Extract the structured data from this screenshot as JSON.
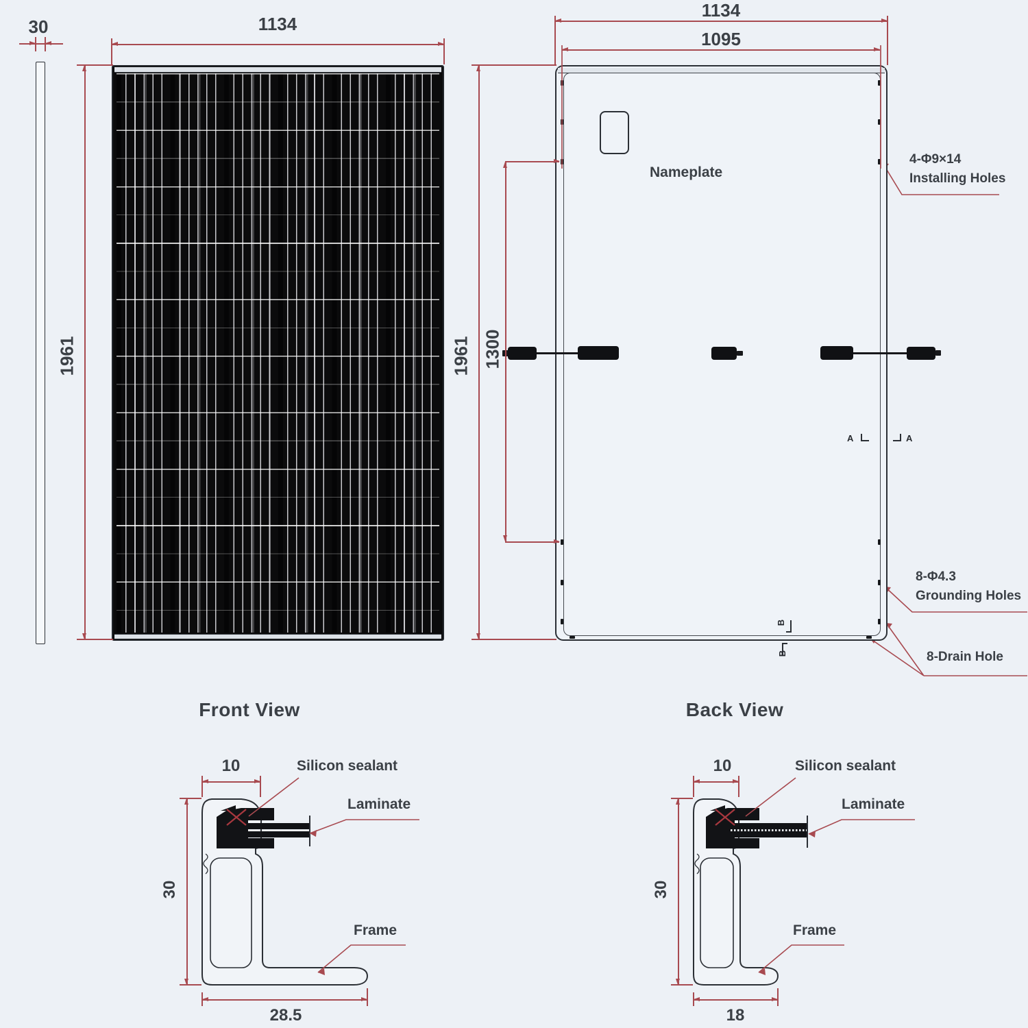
{
  "side_view": {
    "thickness": "30"
  },
  "front_view": {
    "title": "Front View",
    "width": "1134",
    "height": "1961"
  },
  "back_view": {
    "title": "Back View",
    "outer_width": "1134",
    "inner_width": "1095",
    "height": "1961",
    "hole_span": "1300",
    "nameplate": "Nameplate",
    "installing_line1": "4-Φ9×14",
    "installing_line2": "Installing Holes",
    "grounding_line1": "8-Φ4.3",
    "grounding_line2": "Grounding Holes",
    "drain": "8-Drain Hole",
    "section_a": "A",
    "section_b": "B"
  },
  "front_frame_section": {
    "top_width": "10",
    "height": "30",
    "bottom_width": "28.5",
    "silicon": "Silicon sealant",
    "laminate": "Laminate",
    "frame": "Frame"
  },
  "back_frame_section": {
    "top_width": "10",
    "height": "30",
    "bottom_width": "18",
    "silicon": "Silicon sealant",
    "laminate": "Laminate",
    "frame": "Frame"
  },
  "colors": {
    "dimension": "#a84a50",
    "line": "#2b2f35",
    "panel": "#0b0b0c"
  }
}
